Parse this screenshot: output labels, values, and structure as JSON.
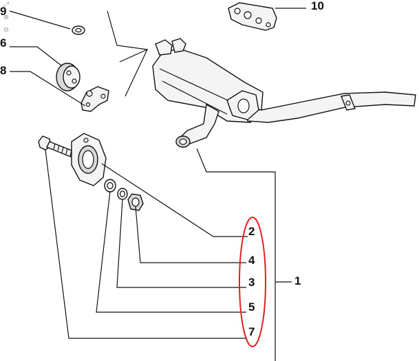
{
  "diagram": {
    "callouts": {
      "c1": "1",
      "c2": "2",
      "c3": "3",
      "c4": "4",
      "c5": "5",
      "c6": "6",
      "c7": "7",
      "c8": "8",
      "c9": "9",
      "c10": "10"
    },
    "highlight_color": "#e02020",
    "line_color": "#111111"
  },
  "controls": {
    "expand_icon": "expand-icon",
    "zoom_in_icon": "zoom-in-icon",
    "zoom_out_icon": "zoom-out-icon"
  }
}
